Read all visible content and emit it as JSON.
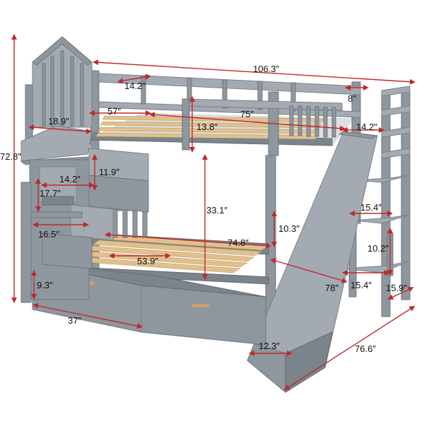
{
  "colors": {
    "frame": "#8e969e",
    "slats": "#e2c08c",
    "dimension_lines": "#c0282d",
    "labels": "#111111"
  },
  "dimensions": [
    {
      "id": "overall-length",
      "label": "106.3″"
    },
    {
      "id": "overall-height",
      "label": "72.8″"
    },
    {
      "id": "overall-depth",
      "label": "76.6″"
    },
    {
      "id": "top-rail-end-gap",
      "label": "14.2″"
    },
    {
      "id": "ladder-top-gap",
      "label": "8″"
    },
    {
      "id": "tower-width",
      "label": "18.9″"
    },
    {
      "id": "top-mattress-width",
      "label": "57″"
    },
    {
      "id": "top-mattress-length",
      "label": "75″"
    },
    {
      "id": "guardrail-height",
      "label": "13.8″"
    },
    {
      "id": "ladder-width",
      "label": "14.2″"
    },
    {
      "id": "tower-window-width",
      "label": "14.2″"
    },
    {
      "id": "tower-window-height",
      "label": "11.9″"
    },
    {
      "id": "step-height",
      "label": "17.7″"
    },
    {
      "id": "step-depth",
      "label": "16.5″"
    },
    {
      "id": "bunk-clearance",
      "label": "33.1″"
    },
    {
      "id": "bottom-rail-height",
      "label": "10.3″"
    },
    {
      "id": "bottom-mattress-length",
      "label": "74.8″"
    },
    {
      "id": "bottom-mattress-width",
      "label": "53.9″"
    },
    {
      "id": "shelf-width",
      "label": "15.4″"
    },
    {
      "id": "shelf-spacing",
      "label": "10.2″"
    },
    {
      "id": "shelf-depth",
      "label": "15.4″"
    },
    {
      "id": "shelf-unit-depth",
      "label": "15.9″"
    },
    {
      "id": "slide-length",
      "label": "78″"
    },
    {
      "id": "drawer-height",
      "label": "9.3″"
    },
    {
      "id": "drawer-width",
      "label": "37″"
    },
    {
      "id": "slide-width",
      "label": "12.3″"
    }
  ]
}
